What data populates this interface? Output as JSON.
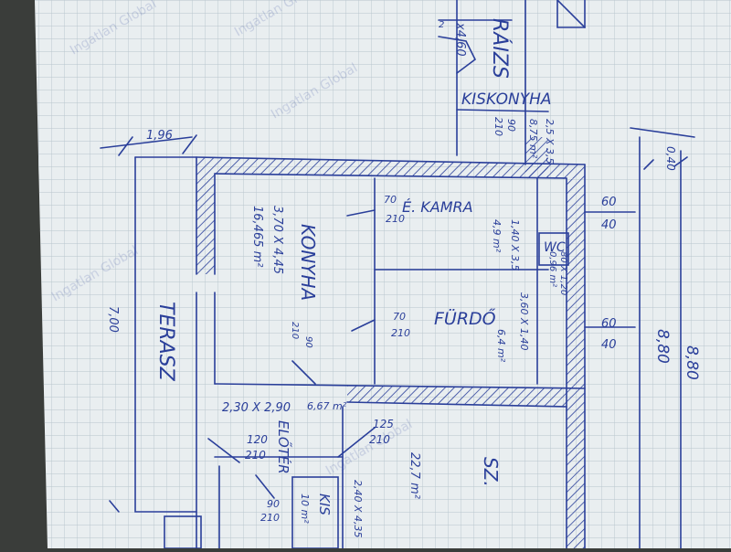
{
  "colors": {
    "ink": "#2a3f9a",
    "paper": "#e9eef0",
    "grid": "#b7c4cc",
    "background": "#3a3d3a"
  },
  "watermark": "Ingatlan Global",
  "labels": {
    "top_room": "RÁIZS",
    "top_room_dims": "x4,60",
    "top_room_area": "2",
    "kiskonyha": "KISKONYHA",
    "kiskonyha_dims": "2,5 X 3,5",
    "kiskonyha_area": "8,75 m²",
    "kiskonyha_door_w": "90",
    "kiskonyha_door_h": "210",
    "left_width": "1,96",
    "kamra": "É. KAMRA",
    "kamra_dims": "1,40 X 3,5",
    "kamra_area": "4,9 m²",
    "konyha": "KONYHA",
    "konyha_dims": "3,70 X 4,45",
    "konyha_area": "16,465 m²",
    "door_kamra_w": "70",
    "door_kamra_h": "210",
    "wc": "WC",
    "wc_dims": "80 X 1,20",
    "wc_area": "0,96 m²",
    "window_top_w": "60",
    "window_top_h": "40",
    "furdo": "FÜRDŐ",
    "furdo_dims": "3,60 X 1,40",
    "furdo_area": "6,4 m²",
    "door_furdo_w": "70",
    "door_furdo_h": "210",
    "window_bottom_w": "60",
    "window_bottom_h": "40",
    "terasz": "TERASZ",
    "terasz_len": "7,00",
    "konyha_door_w": "90",
    "konyha_door_h": "210",
    "eloter_dims": "2,30 X 2,90",
    "eloter_area": "6,67 m²",
    "eloter": "ELŐTÉR",
    "door_a_w": "120",
    "door_a_h": "210",
    "door_b_w": "125",
    "door_b_h": "210",
    "door_c_w": "90",
    "door_c_h": "210",
    "sz_room": "SZ.",
    "sz_area": "22,7 m²",
    "kis_room": "KIS",
    "kis_area": "10 m²",
    "kis_dims": "2,40 X 4,35",
    "dim_0": "0,40",
    "dim_1": "8,80",
    "dim_2": "8,80"
  }
}
